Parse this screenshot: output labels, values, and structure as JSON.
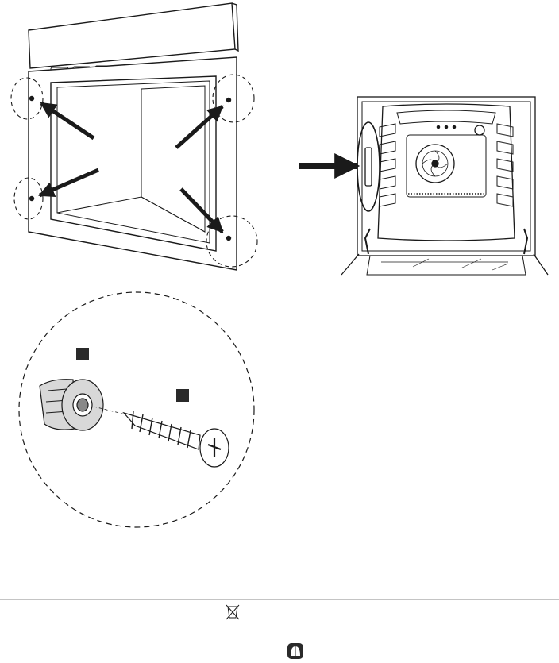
{
  "figure": {
    "panels": [
      {
        "id": "oven-front-frame",
        "description_name": "oven-front-frame"
      },
      {
        "id": "oven-interior-view"
      },
      {
        "id": "fastener-detail"
      }
    ],
    "markers": [
      {
        "id": "a",
        "text": ""
      },
      {
        "id": "b",
        "text": ""
      }
    ]
  },
  "footer": {
    "icons": [
      "crossed-bin-icon",
      "eco-leaf-icon"
    ]
  },
  "colors": {
    "line": "#1a1a1a",
    "fill_grey": "#d8d8d8",
    "dark_fill": "#2a2a2a",
    "rule": "#8a8a8a"
  }
}
